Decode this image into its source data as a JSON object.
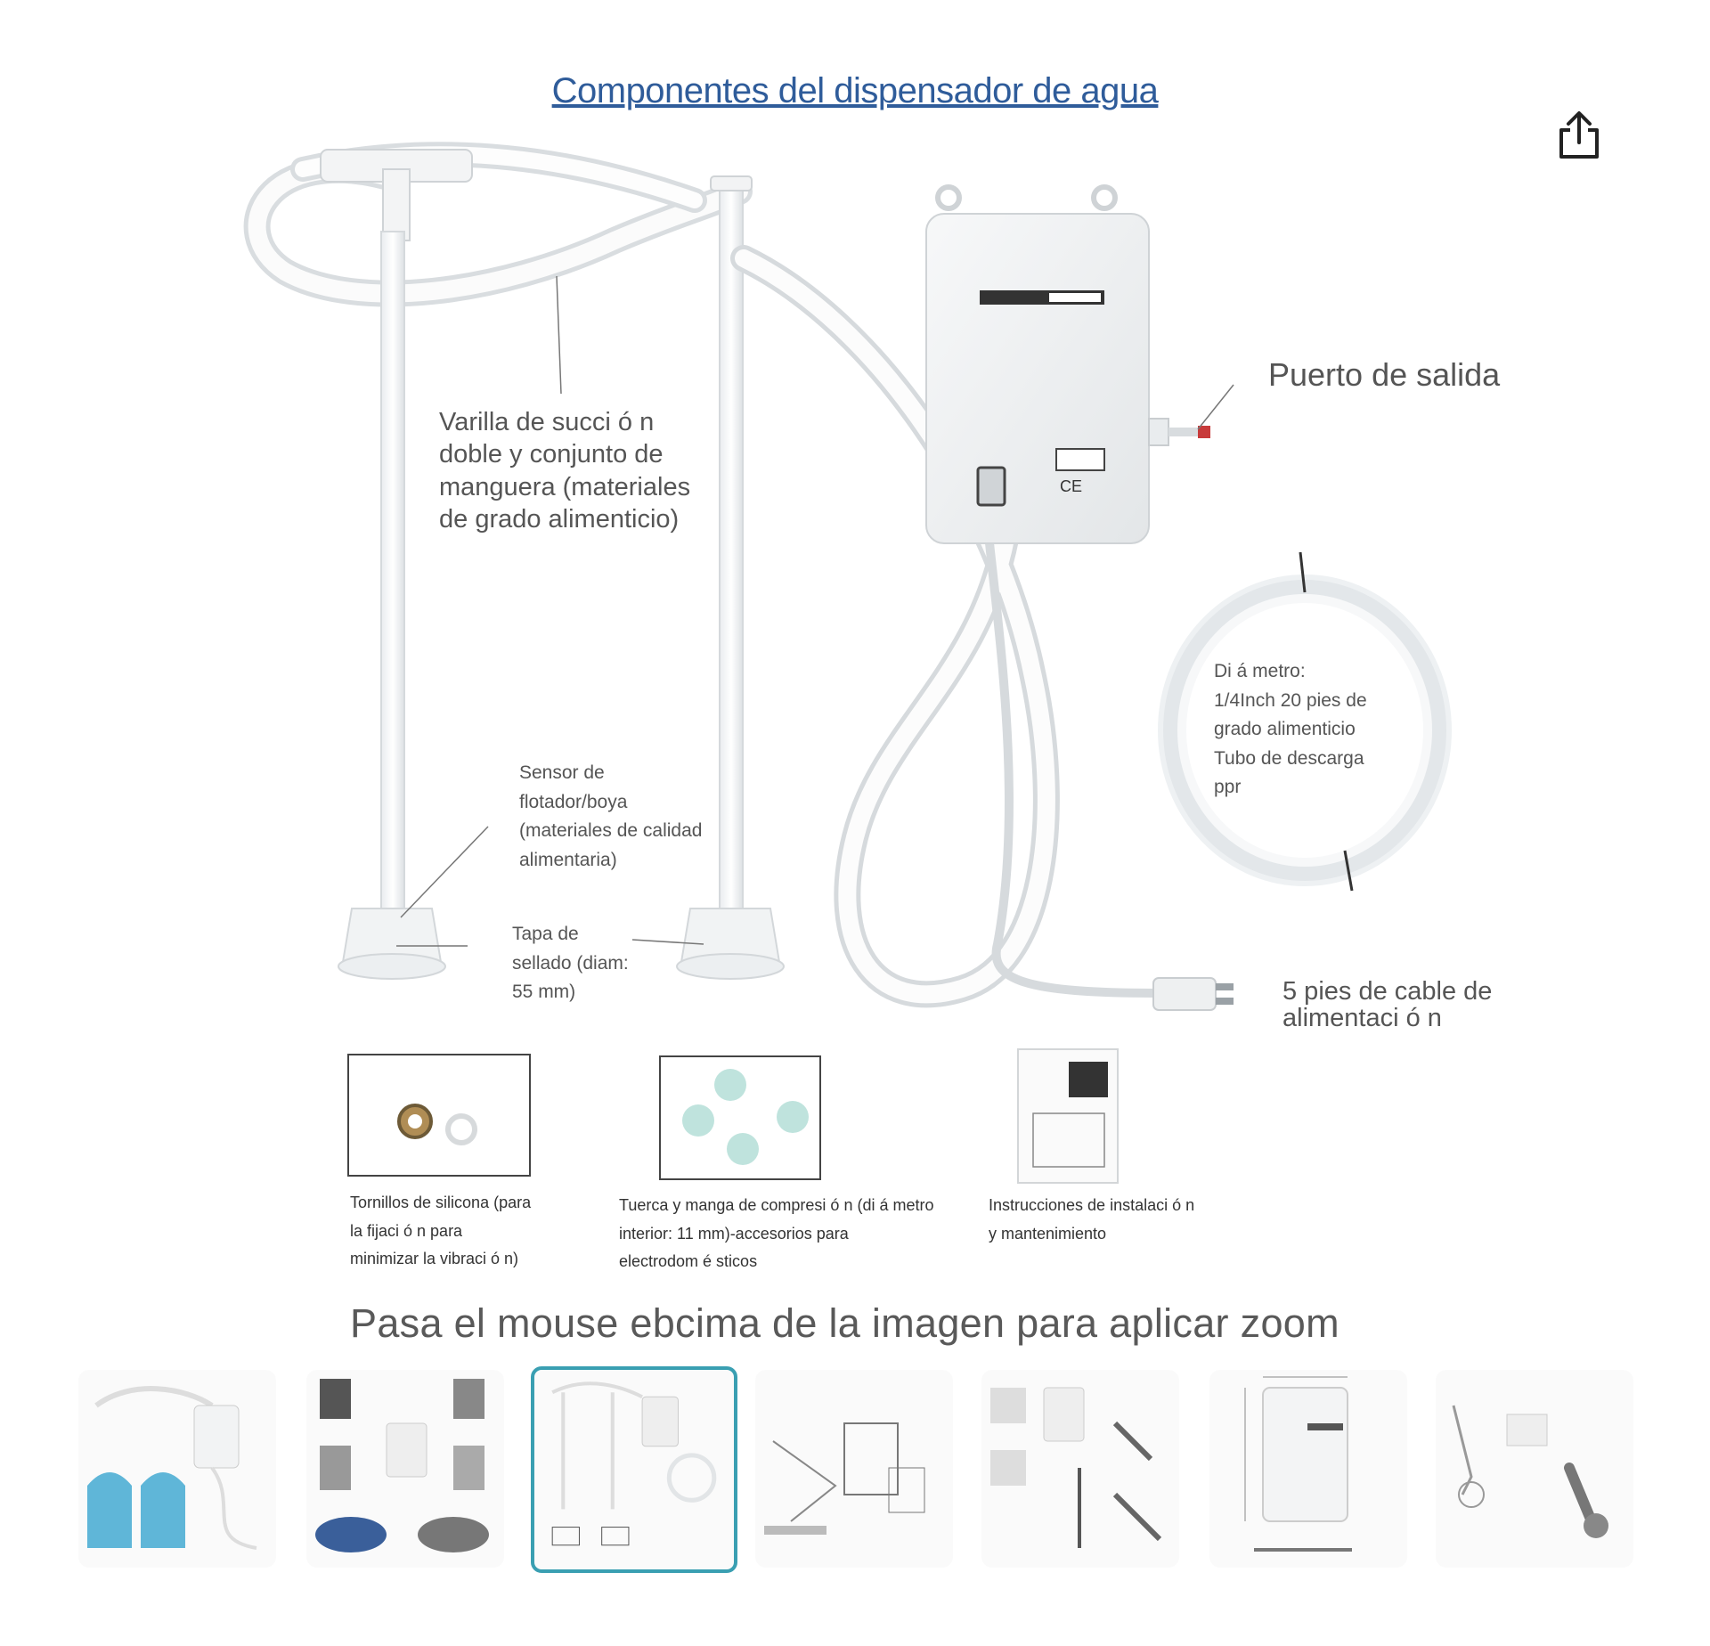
{
  "title": "Componentes del dispensador de agua",
  "labels": {
    "suction_rod": "Varilla de succi ó n\ndoble y conjunto de\nmanguera (materiales\nde grado alimenticio)",
    "outlet_port": "Puerto de salida",
    "float_sensor": "Sensor de\nflotador/boya\n(materiales de calidad\nalimentaria)",
    "seal_cap": "Tapa de\nsellado (diam:\n55 mm)",
    "tube": "Di á metro:\n1/4Inch 20 pies de\ngrado alimenticio\nTubo de descarga\nppr",
    "power_cable": "5 pies de cable de\nalimentaci ó n"
  },
  "accessories": [
    {
      "caption": "Tornillos de silicona (para\nla fijaci ó n para\nminimizar la vibraci ó n)"
    },
    {
      "caption": "Tuerca y manga de compresi ó n (di á metro\ninterior: 11 mm)-accesorios para\nelectrodom é sticos"
    },
    {
      "caption": "Instrucciones de instalaci ó n\ny mantenimiento"
    }
  ],
  "zoom_hint": "Pasa el mouse ebcima de la imagen para aplicar zoom",
  "icons": {
    "share": "share-icon"
  },
  "colors": {
    "title": "#2f5c9a",
    "active_thumb_border": "#3a9fb2",
    "water": "#5fb6d8"
  },
  "thumbnails": {
    "count": 7,
    "active_index": 2
  }
}
